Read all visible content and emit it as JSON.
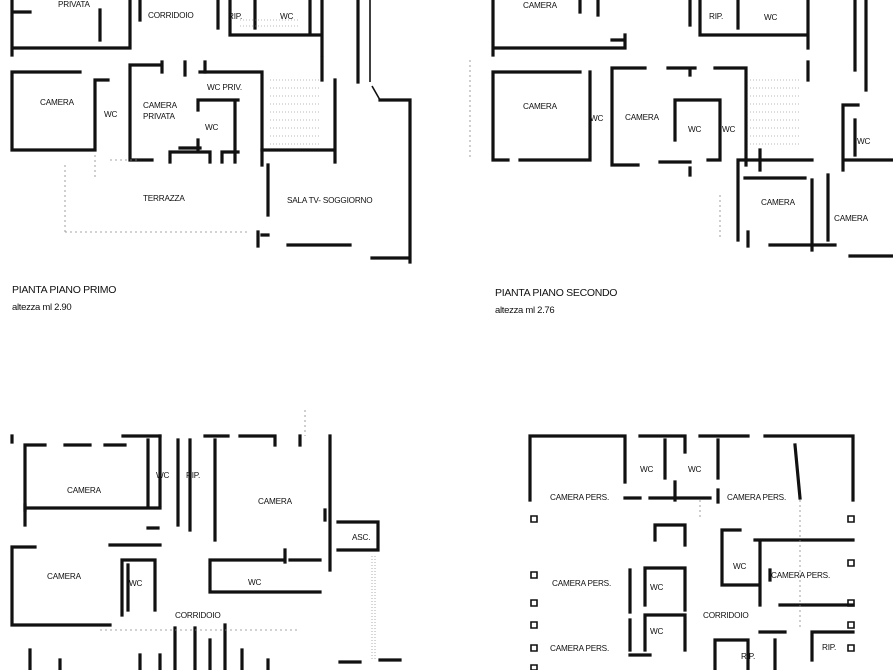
{
  "plans": [
    {
      "id": "primo",
      "caption": "PIANTA PIANO PRIMO",
      "height": "altezza ml 2.90",
      "rooms": [
        "PRIVATA",
        "CORRIDOIO",
        "RIP.",
        "WC",
        "CAMERA",
        "WC",
        "CAMERA",
        "PRIVATA",
        "WC PRIV.",
        "WC",
        "TERRAZZA",
        "SALA TV- SOGGIORNO"
      ]
    },
    {
      "id": "secondo",
      "caption": "PIANTA PIANO SECONDO",
      "height": "altezza ml 2.76",
      "rooms": [
        "CAMERA",
        "RIP.",
        "WC",
        "CAMERA",
        "WC",
        "CAMERA",
        "WC",
        "WC",
        "WC",
        "CAMERA",
        "CAMERA"
      ]
    },
    {
      "id": "terzo",
      "rooms": [
        "CAMERA",
        "WC",
        "RIP.",
        "CAMERA",
        "ASC.",
        "CAMERA",
        "WC",
        "WC",
        "CORRIDOIO"
      ]
    },
    {
      "id": "quarto",
      "rooms": [
        "WC",
        "WC",
        "CAMERA PERS.",
        "CAMERA PERS.",
        "CAMERA PERS.",
        "WC",
        "WC",
        "CAMERA PERS.",
        "CORRIDOIO",
        "CAMERA PERS.",
        "WC",
        "RIP.",
        "RIP."
      ]
    }
  ]
}
